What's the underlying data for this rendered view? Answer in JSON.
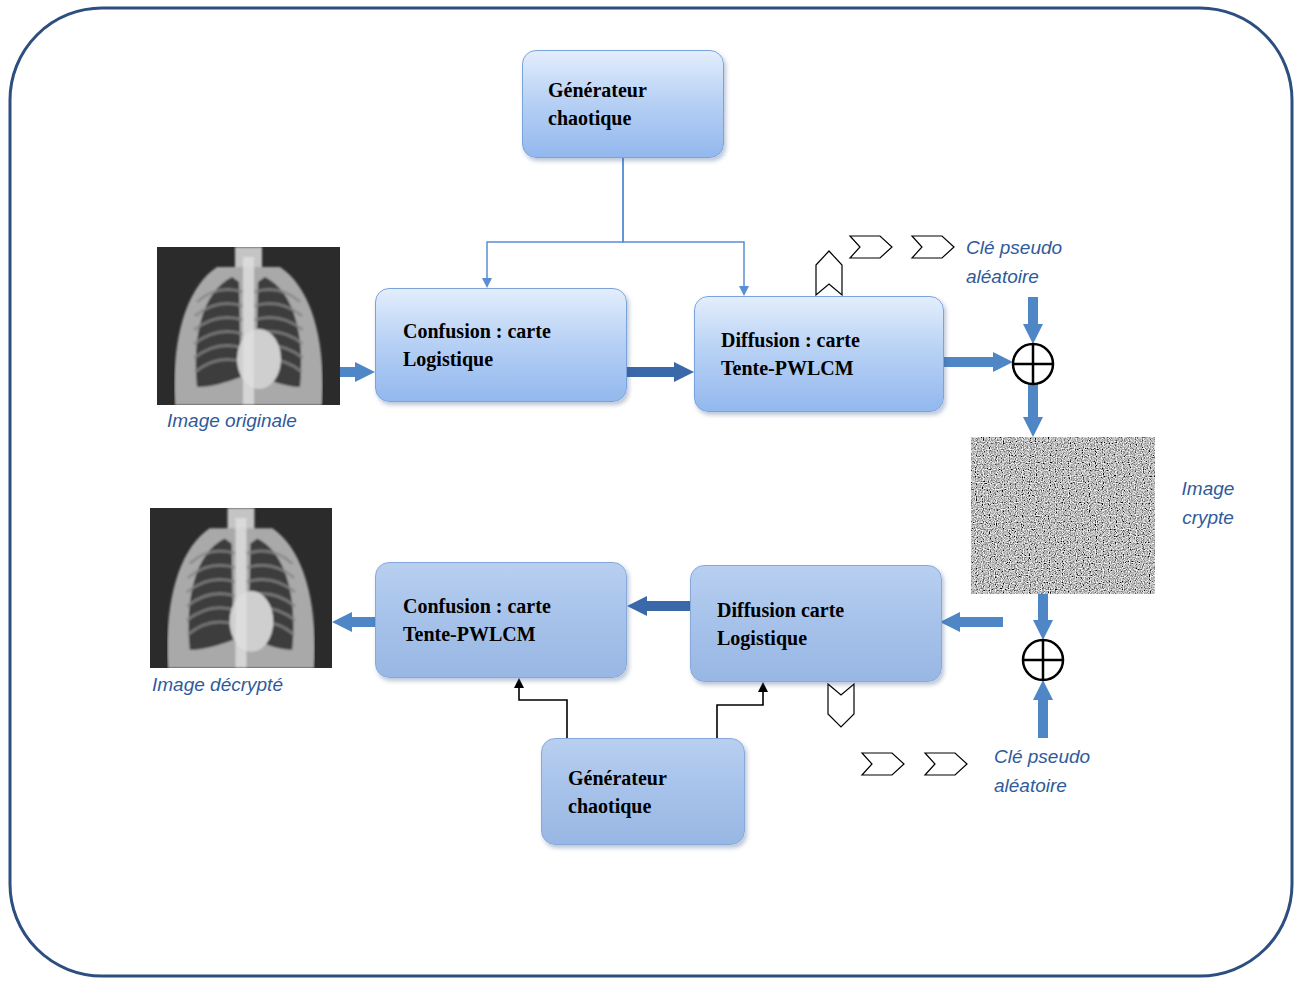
{
  "diagram": {
    "nodes": [
      {
        "text": [
          "Générateur chaotique"
        ]
      },
      {
        "text": [
          "Confusion : carte Logistique"
        ]
      },
      {
        "text": [
          "Diffusion : carte Tente-PWLCM"
        ]
      },
      {
        "text": [
          "Confusion : carte Tente-PWLCM"
        ]
      },
      {
        "text": [
          "Diffusion carte Logistique"
        ]
      },
      {
        "text": [
          "Générateur chaotique"
        ]
      }
    ],
    "edges": [
      {
        "from": 0,
        "to": 1,
        "arrow": "to"
      },
      {
        "from": 0,
        "to": 2,
        "arrow": "to"
      },
      {
        "from": 1,
        "to": 2,
        "arrow": "to"
      },
      {
        "from": 4,
        "to": 3,
        "arrow": "to"
      },
      {
        "from": 5,
        "to": 3,
        "arrow": "to"
      },
      {
        "from": 5,
        "to": 4,
        "arrow": "to"
      }
    ],
    "labels": [
      "Image originale",
      "Clé pseudo aléatoire",
      "Image crypte",
      "Clé pseudo aléatoire",
      "Image décrypté"
    ]
  }
}
